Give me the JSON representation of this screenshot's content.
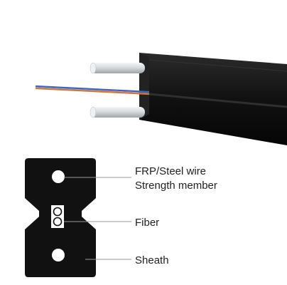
{
  "labels": {
    "strength_member_line1": "FRP/Steel wire",
    "strength_member_line2": "Strength member",
    "fiber": "Fiber",
    "sheath": "Sheath"
  },
  "colors": {
    "jacket": "#111111",
    "jacket_highlight": "#3a3a3a",
    "strength_rod": "#d9dde0",
    "fiber_blue": "#3c64c8",
    "fiber_orange": "#d27832",
    "leader_line": "#999999",
    "text": "#222222"
  }
}
